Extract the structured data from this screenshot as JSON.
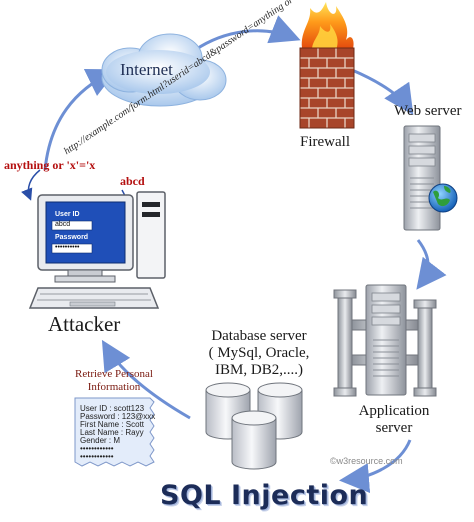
{
  "title": "SQL Injection",
  "watermark": "©w3resource.com",
  "nodes": {
    "internet": "Internet",
    "firewall": "Firewall",
    "web_server": "Web server",
    "application_server_line1": "Application",
    "application_server_line2": "server",
    "database_server_line1": "Database server",
    "database_server_line2": "( MySql, Oracle,",
    "database_server_line3": "IBM, DB2,....)",
    "attacker": "Attacker"
  },
  "request_url": "http://example.com/form.html?userid=abcd&password=anything or 'x'='x",
  "injected_password": "anything or 'x'='x",
  "injected_userid": "abcd",
  "login_form": {
    "userid_label": "User ID",
    "userid_value": "abcd",
    "password_label": "Password",
    "password_value": "••••••••••"
  },
  "retrieve_label_line1": "Retrieve Personal",
  "retrieve_label_line2": "Information",
  "personal_info": [
    "User ID : scott123",
    "Password : 123@xxx",
    "First Name : Scott",
    "Last Name : Rayy",
    "Gender : M",
    "••••••••••••",
    "••••••••••••"
  ],
  "colors": {
    "flow_arrow": "#6d8fd4",
    "attack_text": "#b40f0f",
    "title": "#1c2c58",
    "monitor_screen": "#1f4fb8",
    "brick": "#a8452a",
    "cylinder": "#e6e8ec"
  }
}
